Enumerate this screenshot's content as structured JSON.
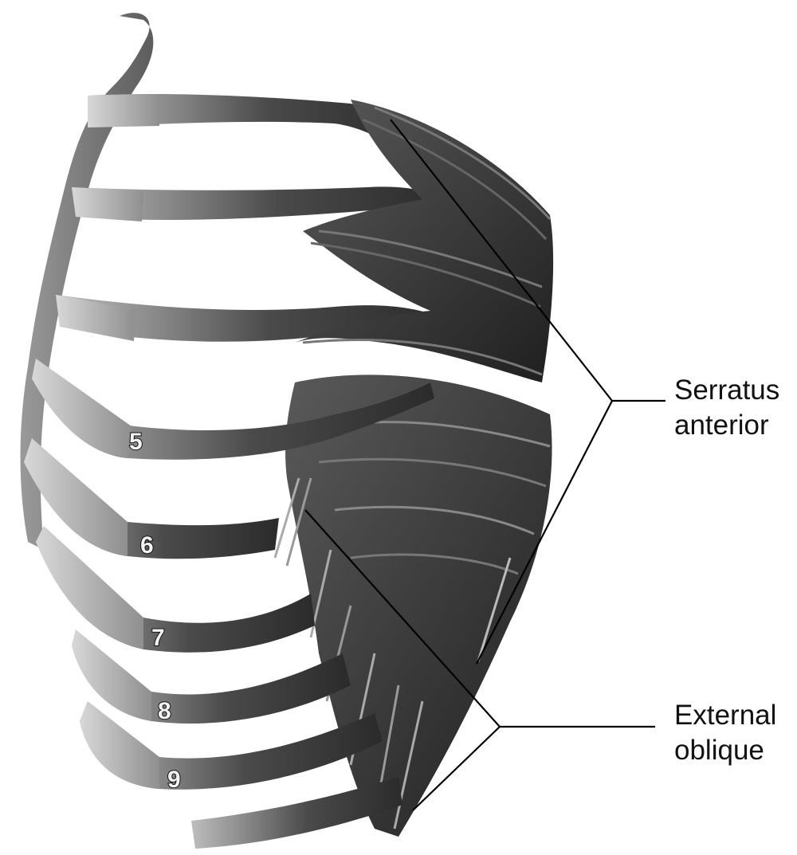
{
  "labels": {
    "serratus_line1": "Serratus",
    "serratus_line2": "anterior",
    "external_line1": "External",
    "external_line2": "oblique"
  },
  "rib_numbers": [
    "5",
    "6",
    "7",
    "8",
    "9"
  ],
  "colors": {
    "bone_dark": "#3a3a3a",
    "bone_light": "#c8c8c8",
    "muscle": "#2a2a2a",
    "leader_line": "#000000"
  }
}
